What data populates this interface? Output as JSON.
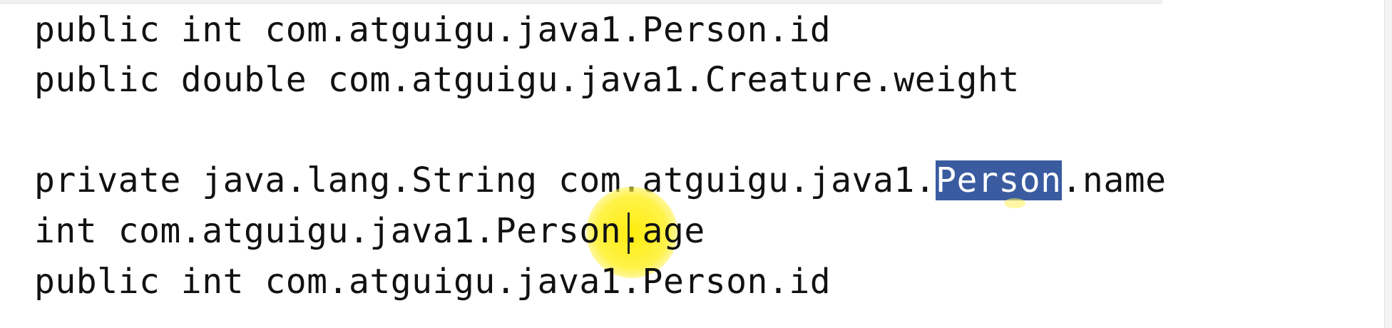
{
  "console": {
    "lines": [
      {
        "text": "public int com.atguigu.java1.Person.id"
      },
      {
        "text": "public double com.atguigu.java1.Creature.weight"
      },
      {
        "text": ""
      },
      {
        "prefix": "private java.lang.String com.atguigu.java1.",
        "selected": "Person",
        "suffix": ".name"
      },
      {
        "text": "int com.atguigu.java1.Person.age"
      },
      {
        "text": "public int com.atguigu.java1.Person.id"
      }
    ]
  },
  "colors": {
    "selection_background": "#3a5ba0",
    "selection_text": "#ffffff",
    "cursor_highlight": "#ffec00",
    "text": "#111111"
  }
}
